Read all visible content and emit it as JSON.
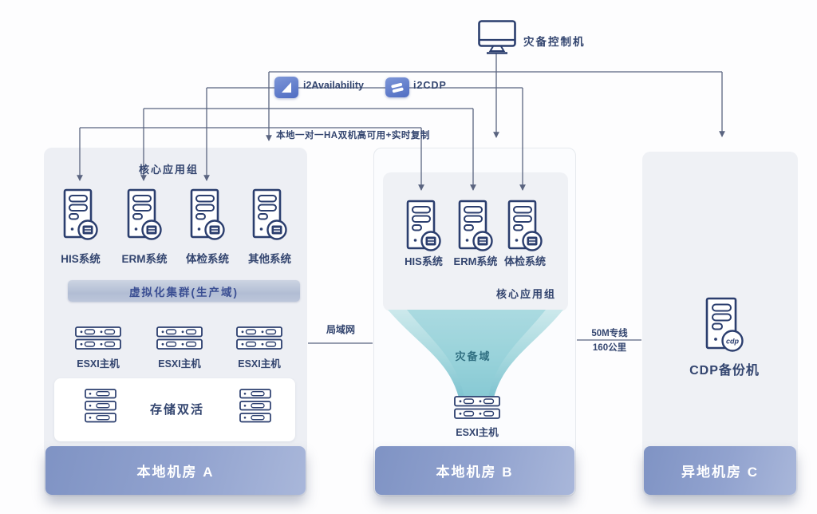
{
  "control": {
    "label": "灾备控制机",
    "icon": "monitor-icon"
  },
  "legend": {
    "availability": {
      "label": "i2Availability",
      "icon": "i2-availability-icon"
    },
    "cdp": {
      "label": "i2CDP",
      "icon": "i2-cdp-icon"
    }
  },
  "ha_note": "本地一对一HA双机高可用+实时复制",
  "links": {
    "lan": "局域网",
    "wan_top": "50M专线",
    "wan_bottom": "160公里"
  },
  "rooms": {
    "a": {
      "name": "本地机房 A",
      "group_label": "核心应用组",
      "servers": [
        "HIS系统",
        "ERM系统",
        "体检系统",
        "其他系统"
      ],
      "cluster_label": "虚拟化集群(生产域)",
      "esxi": [
        "ESXI主机",
        "ESXI主机",
        "ESXI主机"
      ],
      "storage_label": "存储双活"
    },
    "b": {
      "name": "本地机房 B",
      "group_label": "核心应用组",
      "servers": [
        "HIS系统",
        "ERM系统",
        "体检系统"
      ],
      "funnel_label": "灾备域",
      "esxi_label": "ESXI主机"
    },
    "c": {
      "name": "异地机房 C",
      "server_label": "CDP备份机",
      "badge_label": "cdp"
    }
  },
  "icons": {
    "server": "tower-server-icon",
    "server_badge": "disk-badge-icon",
    "rack": "rack-server-icon",
    "storage": "storage-array-icon",
    "funnel": "replication-funnel-shape"
  },
  "colors": {
    "navy": "#2b3e6e",
    "connector_line": "#5a6480",
    "panel_gray": "#edeff4",
    "room_bar_start": "#7f93c4",
    "room_bar_end": "#a9b7da",
    "funnel_teal_top": "#cde9ec",
    "funnel_teal_bottom": "#7ec3d0",
    "legend_icon_blue": "#4f6cc2"
  }
}
